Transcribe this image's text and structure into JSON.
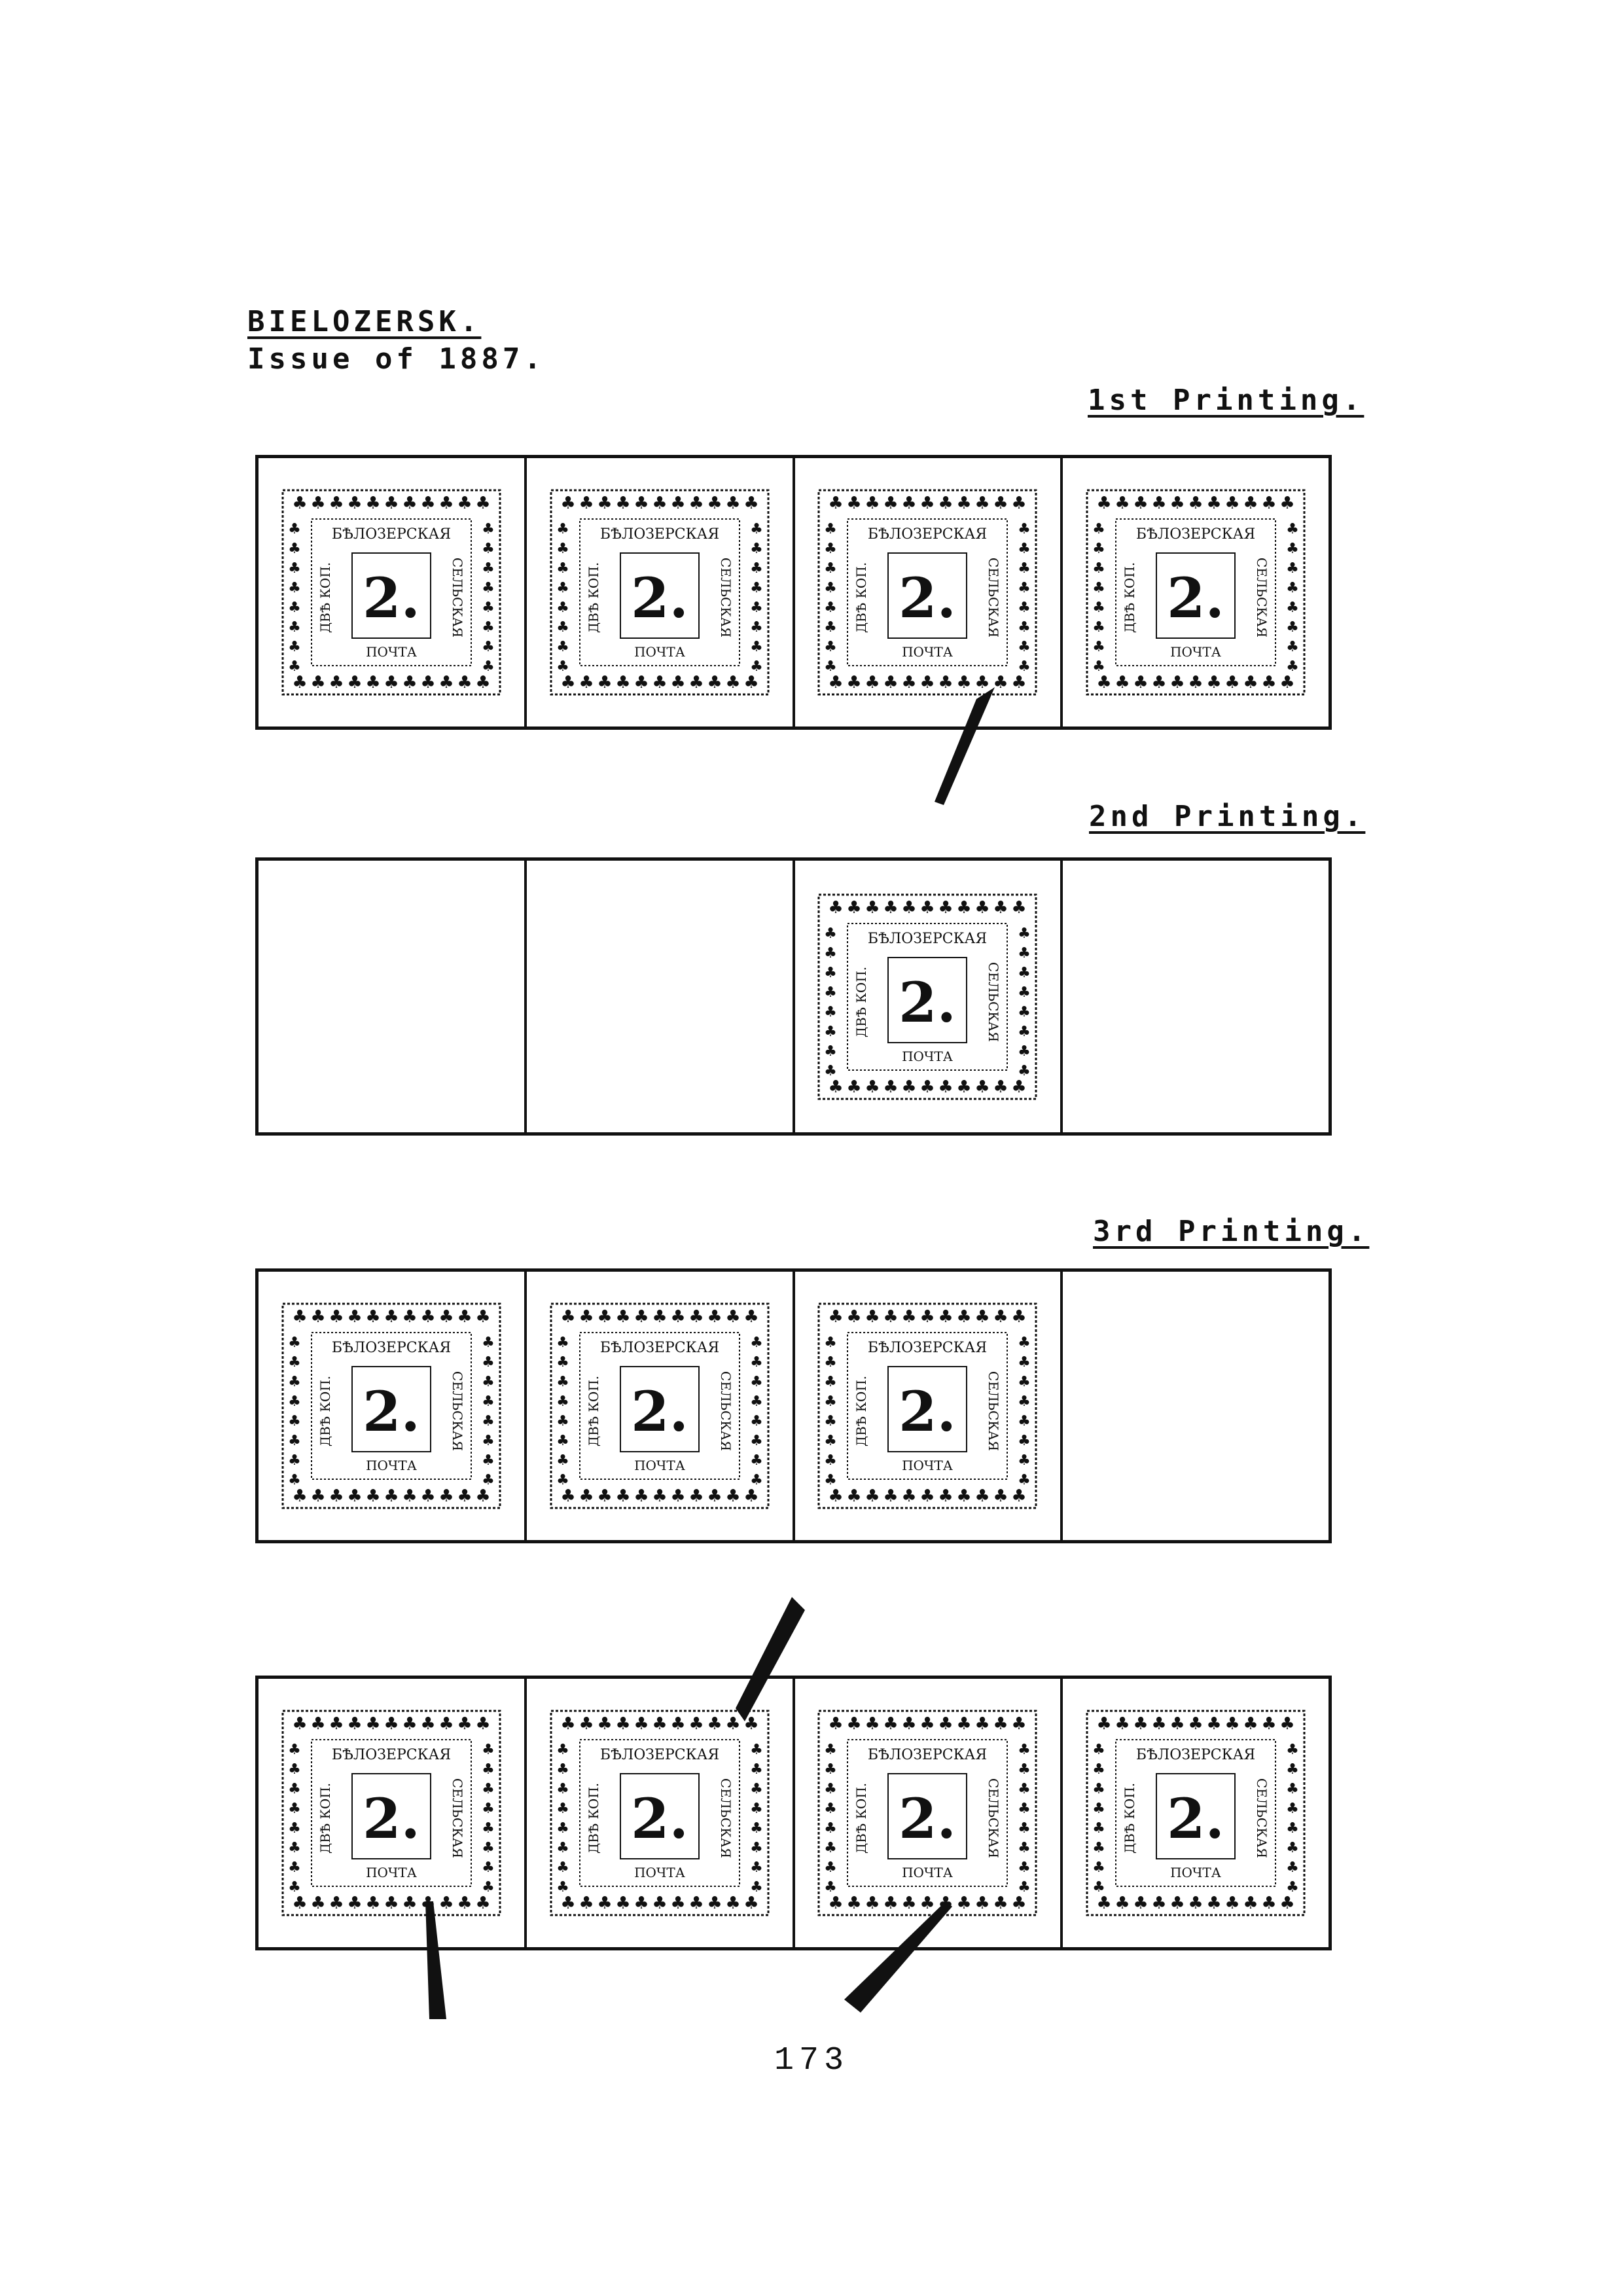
{
  "document": {
    "title": "BIELOZERSK.",
    "subtitle": "Issue of 1887.",
    "page_number": "173"
  },
  "printings": [
    {
      "label": "1st Printing."
    },
    {
      "label": "2nd Printing."
    },
    {
      "label": "3rd Printing."
    }
  ],
  "stamp": {
    "top_text": "БѢЛОЗЕРСКАЯ",
    "bottom_text": "ПОЧТА",
    "left_text": "ДВѢ КОП.",
    "right_text": "СЕЛЬСКАЯ",
    "value": "2."
  },
  "rows": [
    {
      "stamps": [
        true,
        true,
        true,
        true
      ]
    },
    {
      "stamps": [
        false,
        false,
        true,
        false
      ]
    },
    {
      "stamps": [
        true,
        true,
        true,
        false
      ]
    },
    {
      "stamps": [
        true,
        true,
        true,
        true
      ]
    }
  ]
}
